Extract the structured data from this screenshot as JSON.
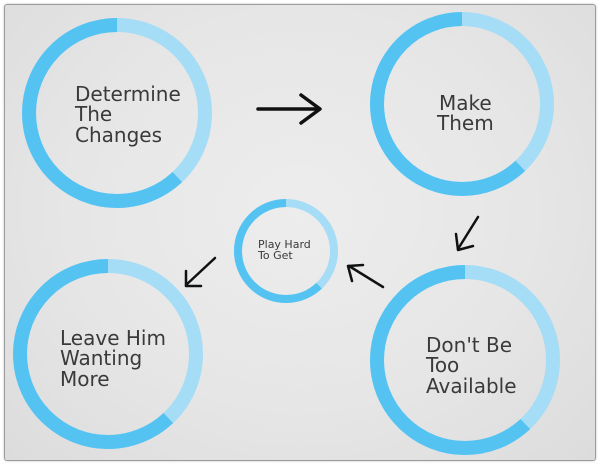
{
  "colors": {
    "ring_dark": "#55c3f2",
    "ring_light": "#a5dcf6",
    "arrow": "#111111",
    "text": "#3a3a3a"
  },
  "nodes": [
    {
      "id": "determine",
      "lines": [
        "Determine",
        "The",
        "Changes"
      ],
      "progress": 0.62
    },
    {
      "id": "make",
      "lines": [
        "Make",
        "Them"
      ],
      "progress": 0.62
    },
    {
      "id": "play",
      "lines": [
        "Play Hard",
        "To Get"
      ],
      "progress": 0.62
    },
    {
      "id": "leave",
      "lines": [
        "Leave Him",
        "Wanting",
        "More"
      ],
      "progress": 0.62
    },
    {
      "id": "dont",
      "lines": [
        "Don't Be",
        "Too",
        "Available"
      ],
      "progress": 0.62
    }
  ],
  "arrows": [
    {
      "from": "determine",
      "to": "make",
      "icon": "arrow-right-icon"
    },
    {
      "from": "make",
      "to": "dont",
      "icon": "arrow-down-left-icon"
    },
    {
      "from": "dont",
      "to": "play",
      "icon": "arrow-up-left-icon"
    },
    {
      "from": "play",
      "to": "leave",
      "icon": "arrow-down-left-icon"
    }
  ]
}
